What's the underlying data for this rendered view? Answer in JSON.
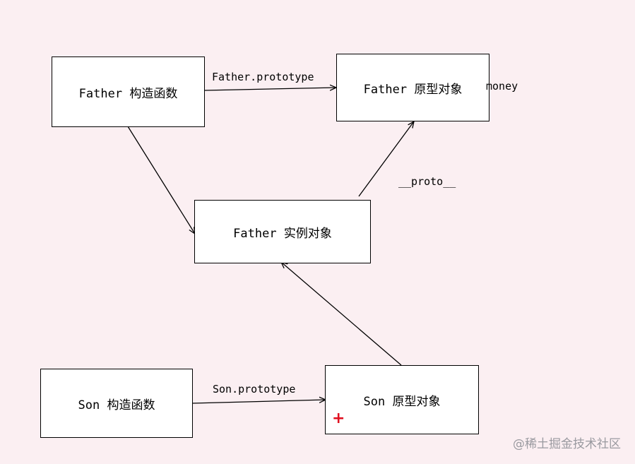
{
  "nodes": {
    "father_constructor": "Father 构造函数",
    "father_prototype": "Father 原型对象",
    "father_instance": "Father 实例对象",
    "son_constructor": "Son 构造函数",
    "son_prototype": "Son 原型对象"
  },
  "edges": {
    "father_prototype_label": "Father.prototype",
    "proto_label": "__proto__",
    "son_prototype_label": "Son.prototype"
  },
  "annotations": {
    "money": "money",
    "plus_glyph": "+"
  },
  "watermark": "@稀土掘金技术社区",
  "colors": {
    "background": "#fbeff2",
    "box_fill": "#ffffff",
    "plus": "#e01020",
    "watermark": "#9a9aa0"
  }
}
